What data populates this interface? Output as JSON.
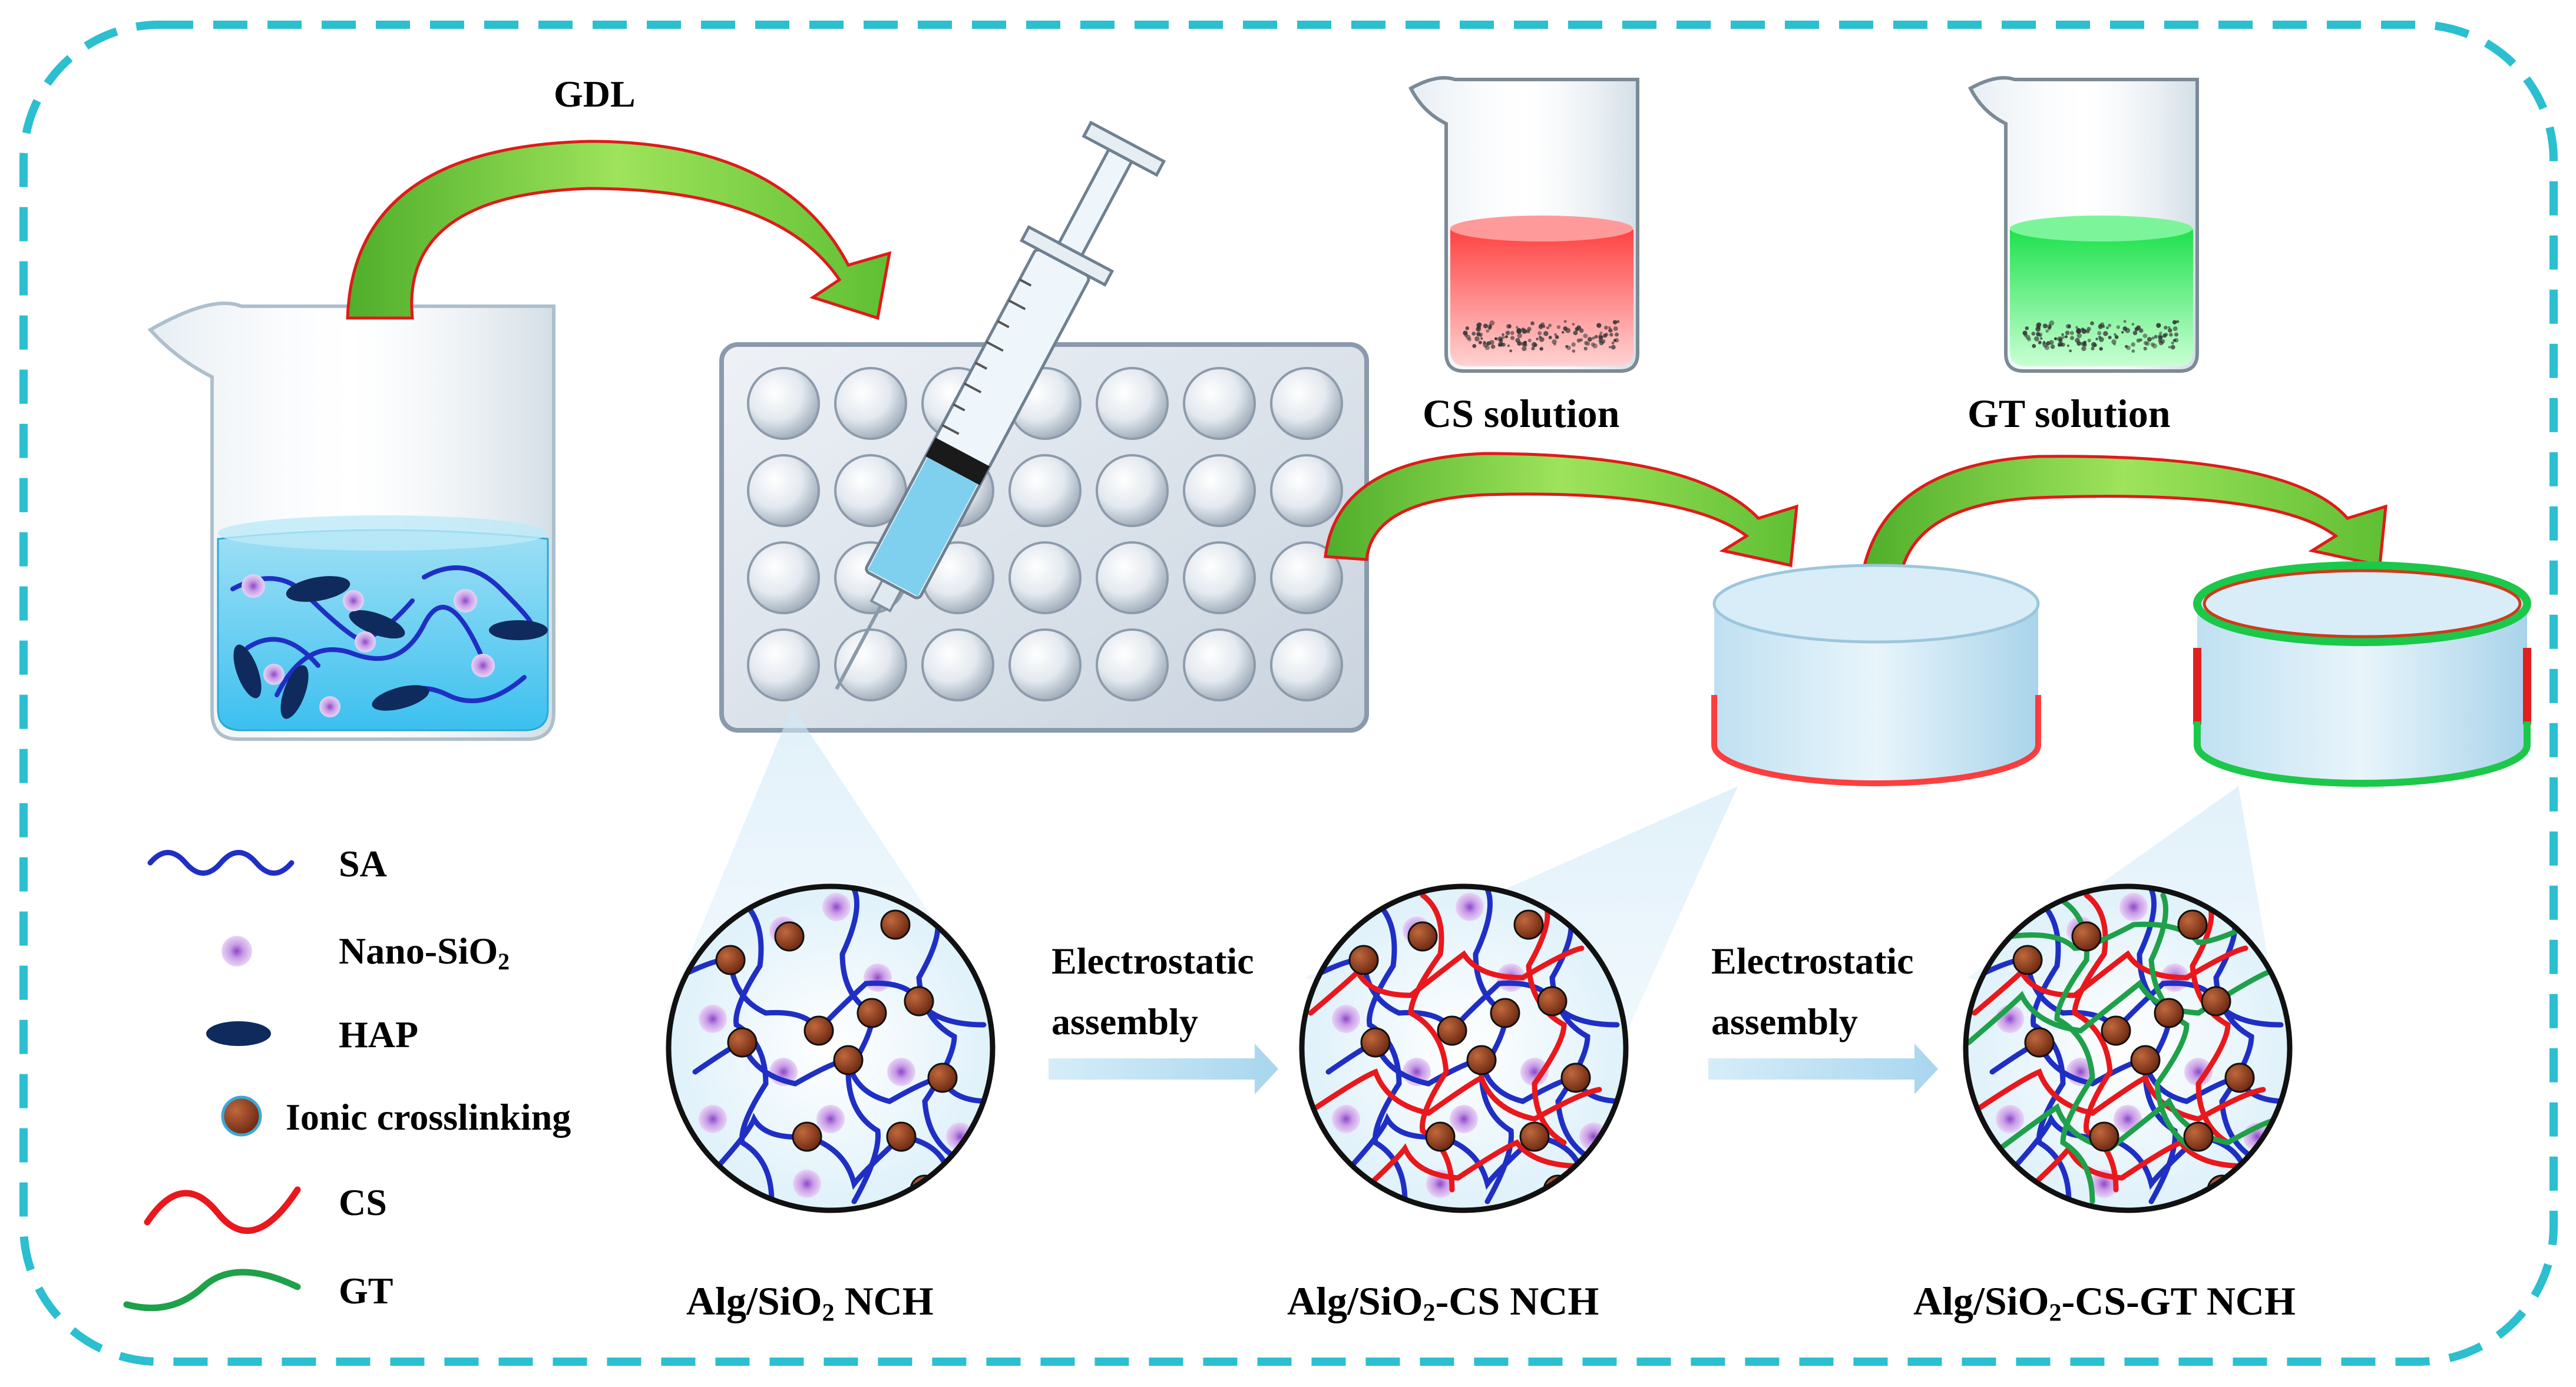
{
  "arrows": {
    "gdl": "GDL"
  },
  "beakers": {
    "cs": {
      "label": "CS solution",
      "color": "#ff2a2a"
    },
    "gt": {
      "label": "GT solution",
      "color": "#22e04a"
    }
  },
  "legend": {
    "sa": "SA",
    "nano_sio2": "Nano-SiO",
    "nano_sio2_sub": "2",
    "hap": "HAP",
    "ionic": "Ionic crosslinking",
    "cs": "CS",
    "gt": "GT"
  },
  "steps": {
    "electrostatic_1a": "Electrostatic",
    "electrostatic_1b": "assembly",
    "electrostatic_2a": "Electrostatic",
    "electrostatic_2b": "assembly"
  },
  "circles": {
    "c1_pre": "Alg/SiO",
    "c1_sub": "2",
    "c1_post": " NCH",
    "c2_pre": "Alg/SiO",
    "c2_sub": "2",
    "c2_post": "-CS NCH",
    "c3_pre": "Alg/SiO",
    "c3_sub": "2",
    "c3_post": "-CS-GT NCH"
  },
  "colors": {
    "border": "#2bbfd0",
    "sa": "#1f2fc4",
    "cs": "#e8181c",
    "gt": "#1fa04a",
    "node": "#8b3a1c",
    "silica": "#b68ad8",
    "hap": "#0f2a5c",
    "arrow": "#6cc83a"
  }
}
